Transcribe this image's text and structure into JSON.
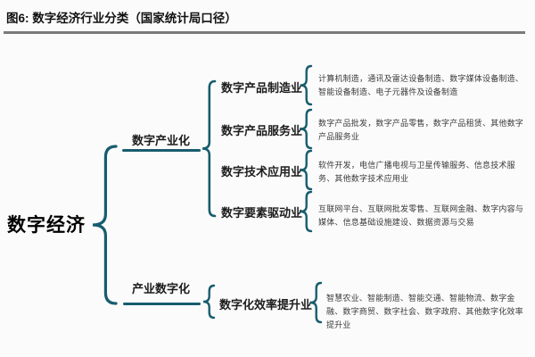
{
  "header": {
    "title": "图6: 数字经济行业分类（国家统计局口径）"
  },
  "tree": {
    "root": "数字经济",
    "branches": [
      {
        "label": "数字产业化",
        "children": [
          {
            "label": "数字产品制造业",
            "items": "计算机制造，通讯及雷达设备制造、数字媒体设备制造、智能设备制造、电子元器件及设备制造"
          },
          {
            "label": "数字产品服务业",
            "items": "数字产品批发，数字产品零售，数字产品租赁、其他数字产品服务业"
          },
          {
            "label": "数字技术应用业",
            "items": "软件开发，电信广播电视与卫星传输服务、信息技术服务、其他数字技术应用业"
          },
          {
            "label": "数字要素驱动业",
            "items": "互联网平台、互联网批发零售、互联网金融、数字内容与媒体、信息基础设施建设、数据资源与交易"
          }
        ]
      },
      {
        "label": "产业数字化",
        "children": [
          {
            "label": "数字化效率提升业",
            "items": "智慧农业、智能制造、智能交通、智能物流、数字金融、数字商贸、数字社会、数字政府、其他数字化效率提升业"
          }
        ]
      }
    ]
  },
  "colors": {
    "brace": "#175d6e",
    "title_rule": "#7a7a7a"
  }
}
